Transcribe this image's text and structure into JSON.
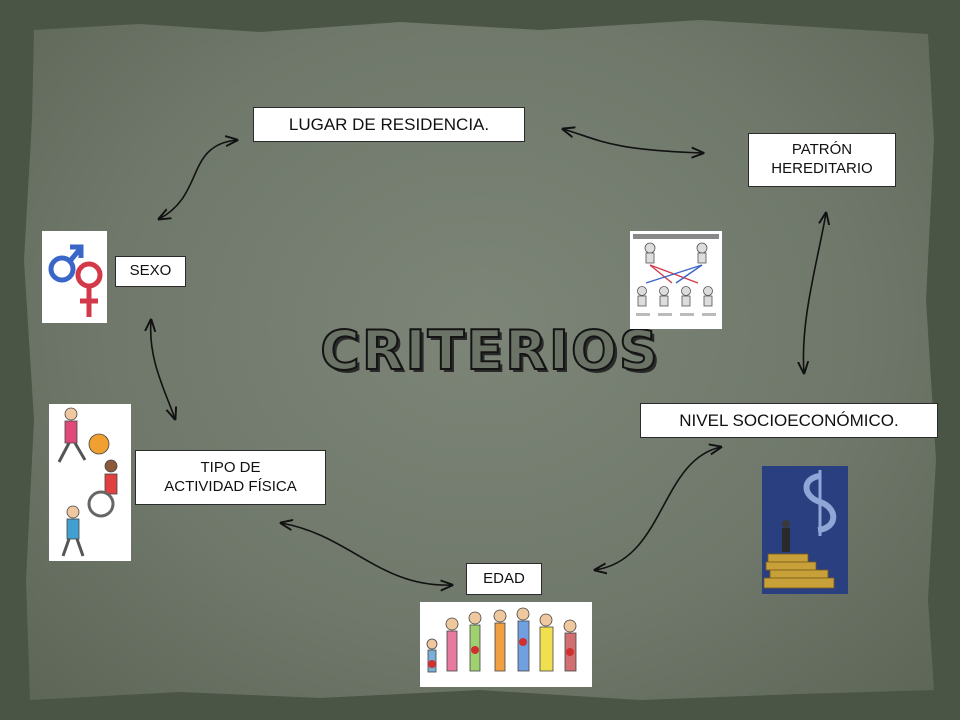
{
  "title": "CRITERIOS",
  "nodes": {
    "residence": "LUGAR DE RESIDENCIA.",
    "hereditary": "PATRÓN\nHEREDITARIO",
    "socioeconomic": "NIVEL SOCIOECONÓMICO.",
    "age": "EDAD",
    "activity": "TIPO DE\nACTIVIDAD FÍSICA",
    "sex": "SEXO"
  },
  "images": {
    "sex": "gender-symbols-icon",
    "heredity": "x-linked-inheritance-diagram",
    "money": "dollar-sign-coins-icon",
    "age": "age-groups-illustration",
    "activity": "physical-activity-people-illustration"
  },
  "colors": {
    "board": "#6f786a",
    "frame": "#4b5546",
    "title_fill": "#6a7366",
    "title_outline": "#141414",
    "male_symbol": "#3a66c8",
    "female_symbol": "#d23a4a"
  }
}
